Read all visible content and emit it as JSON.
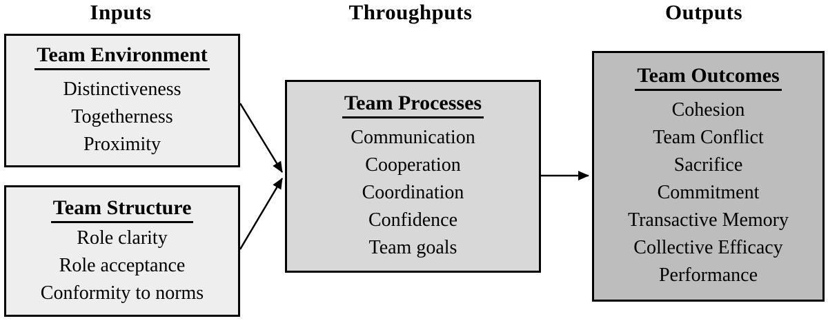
{
  "figure": {
    "type": "flow-diagram",
    "description": "Inputs-Throughputs-Outputs team model"
  },
  "headers": [
    {
      "id": "inputs",
      "label": "Inputs"
    },
    {
      "id": "throughputs",
      "label": "Throughputs"
    },
    {
      "id": "outputs",
      "label": "Outputs"
    }
  ],
  "boxes": [
    {
      "id": "team-environment",
      "column": "inputs",
      "title": "Team Environment",
      "items": [
        "Distinctiveness",
        "Togetherness",
        "Proximity"
      ],
      "bg": "#eeeeee"
    },
    {
      "id": "team-structure",
      "column": "inputs",
      "title": "Team Structure",
      "items": [
        "Role clarity",
        "Role acceptance",
        "Conformity to norms"
      ],
      "bg": "#eeeeee"
    },
    {
      "id": "team-processes",
      "column": "throughputs",
      "title": "Team Processes",
      "items": [
        "Communication",
        "Cooperation",
        "Coordination",
        "Confidence",
        "Team goals"
      ],
      "bg": "#d8d8d8"
    },
    {
      "id": "team-outcomes",
      "column": "outputs",
      "title": "Team Outcomes",
      "items": [
        "Cohesion",
        "Team Conflict",
        "Sacrifice",
        "Commitment",
        "Transactive Memory",
        "Collective Efficacy",
        "Performance"
      ],
      "bg": "#bdbdbd"
    }
  ],
  "arrows": [
    {
      "from": "team-environment",
      "to": "team-processes"
    },
    {
      "from": "team-structure",
      "to": "team-processes"
    },
    {
      "from": "team-processes",
      "to": "team-outcomes"
    }
  ],
  "colors": {
    "background": "#ffffff",
    "border": "#000000",
    "text": "#000000",
    "box_light": "#eeeeee",
    "box_medium": "#d8d8d8",
    "box_dark": "#bdbdbd"
  }
}
